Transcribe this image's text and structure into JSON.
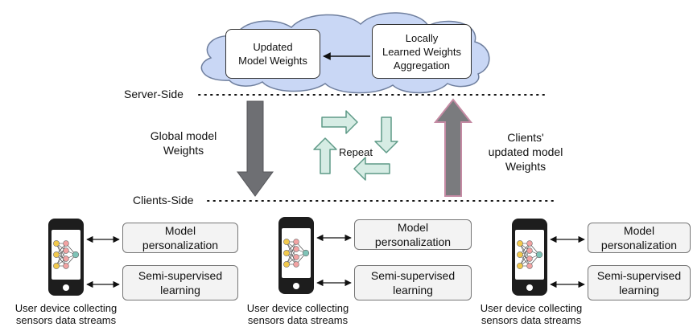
{
  "server": {
    "updated_weights": "Updated\nModel Weights",
    "aggregation": "Locally\nLearned Weights\nAggregation",
    "side_label": "Server-Side"
  },
  "flow": {
    "global_weights": "Global model\nWeights",
    "repeat": "Repeat",
    "client_weights": "Clients'\nupdated model\nWeights"
  },
  "clients_side_label": "Clients-Side",
  "clients": [
    {
      "personalization": "Model\npersonalization",
      "ssl": "Semi-supervised\nlearning",
      "caption": "User device collecting\nsensors data streams"
    },
    {
      "personalization": "Model\npersonalization",
      "ssl": "Semi-supervised\nlearning",
      "caption": "User device collecting\nsensors data streams"
    },
    {
      "personalization": "Model\npersonalization",
      "ssl": "Semi-supervised\nlearning",
      "caption": "User device collecting\nsensors data streams"
    }
  ],
  "colors": {
    "cloud_fill": "#c9d7f5",
    "cloud_stroke": "#6f7f9e",
    "down_arrow": "#6e6f73",
    "up_arrow_fill": "#7a7b7e",
    "up_arrow_stroke": "#c48aa3",
    "repeat_fill": "#d6ece4",
    "repeat_stroke": "#5e9a87",
    "nn_yellow": "#f2c94c",
    "nn_pink": "#f2a3a3",
    "nn_teal": "#7fc3b7"
  }
}
